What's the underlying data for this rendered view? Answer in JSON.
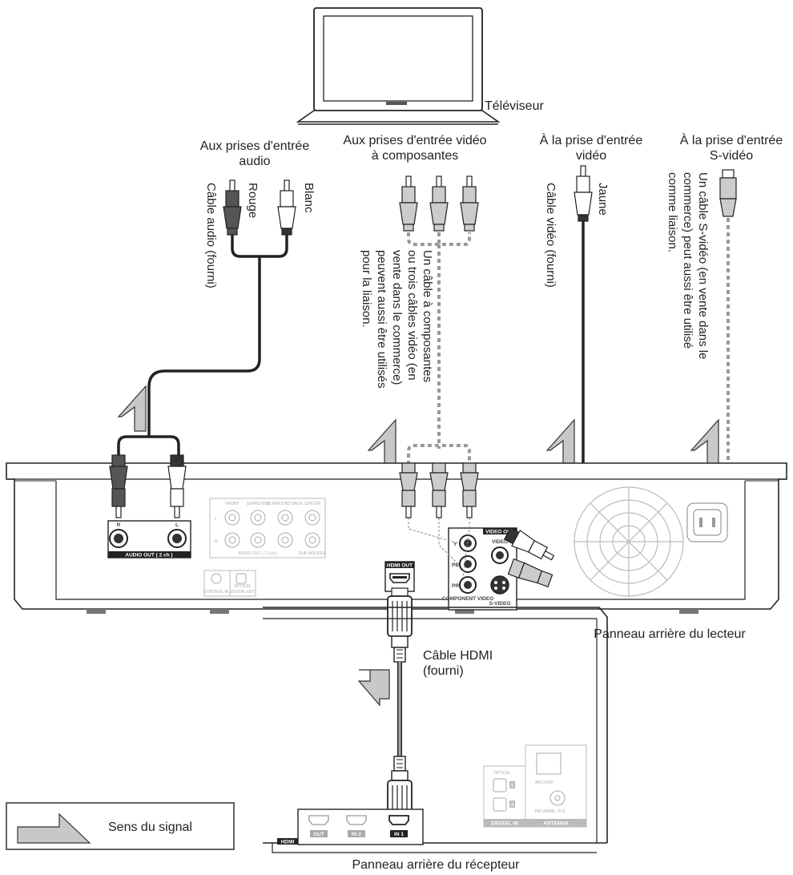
{
  "labels": {
    "tv": "Téléviseur",
    "audio_input_line1": "Aux prises d'entrée",
    "audio_input_line2": "audio",
    "red": "Rouge",
    "white": "Blanc",
    "audio_cable": "Câble audio (fourni)",
    "component_input_line1": "Aux prises d'entrée vidéo",
    "component_input_line2": "à composantes",
    "component_note_line1": "Un câble à composantes",
    "component_note_line2": "ou trois câbles vidéo (en",
    "component_note_line3": "vente dans le commerce)",
    "component_note_line4": "peuvent aussi être utilisés",
    "component_note_line5": "pour la liaison.",
    "video_input_line1": "À la prise d'entrée",
    "video_input_line2": "vidéo",
    "yellow": "Jaune",
    "video_cable": "Câble vidéo (fourni)",
    "svideo_input_line1": "À la prise d'entrée",
    "svideo_input_line2": "S-vidéo",
    "svideo_note_line1": "Un câble S-vidéo (en vente dans le",
    "svideo_note_line2": "commerce) peut aussi être utilisé",
    "svideo_note_line3": "comme liaison.",
    "player_rear_panel": "Panneau arrière du lecteur",
    "hdmi_cable_line1": "Câble HDMI",
    "hdmi_cable_line2": "(fourni)",
    "signal_direction": "Sens du signal",
    "receiver_rear_panel": "Panneau arrière du récepteur"
  },
  "player_panel": {
    "audio_r": "R",
    "audio_l": "L",
    "audio_out": "AUDIO OUT ( 2 ch )",
    "surround_headers": [
      "FRONT",
      "SURROUND",
      "SURROUND BACK",
      "CENTER"
    ],
    "surround_l": "L",
    "surround_r": "R",
    "audio_out_71": "AUDIO OUT ( 7.1 ch )",
    "sub_woofer": "SUB WOOFER",
    "control_in": "CONTROL IN",
    "optical": "OPTICAL",
    "digital_out": "DIGITAL OUT",
    "hdmi_out": "HDMI OUT",
    "video_out": "VIDEO OUT",
    "jack_y": "Y",
    "jack_pb": "PB",
    "jack_pr": "PR",
    "video": "VIDEO",
    "component_video": "COMPONENT VIDEO",
    "s_video": "S-VIDEO"
  },
  "receiver_panel": {
    "optical": "OPTICAL",
    "opt_1": "1",
    "opt_2": "2",
    "am_loop": "AM LOOP",
    "fm_umbal": "FM UMBAL 75 Ω",
    "digital_in": "DIGITAL IN",
    "antenna": "ANTENNA",
    "hdmi": "HDMI",
    "out": "OUT",
    "in2": "IN 2",
    "in1": "IN 1"
  }
}
